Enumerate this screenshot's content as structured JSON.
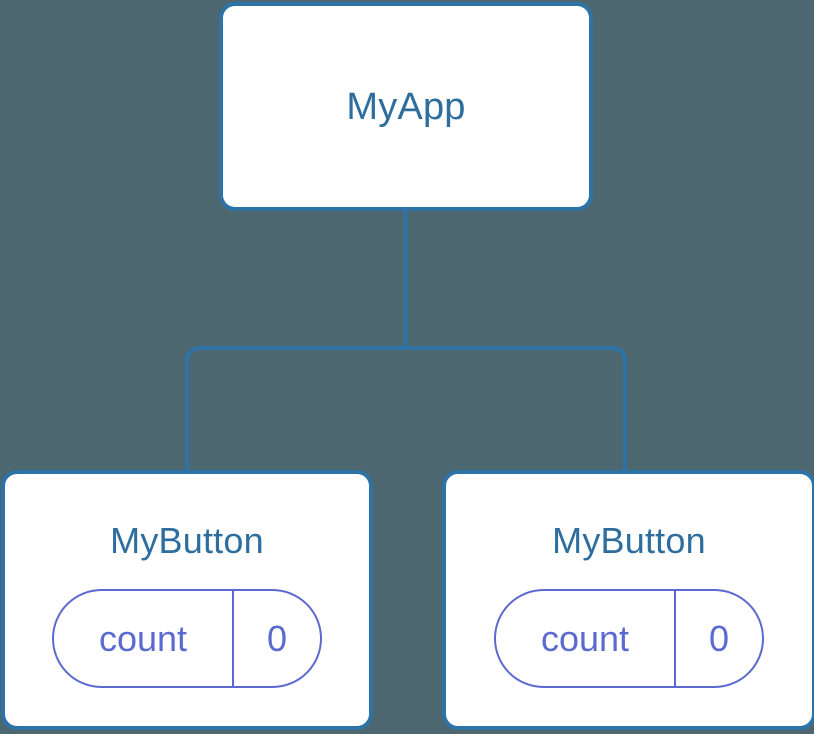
{
  "diagram": {
    "type": "component-tree",
    "background_color": "#4c6770",
    "node_border_color": "#2e73a5",
    "node_fill_color": "#ffffff",
    "node_title_color": "#2d6e9e",
    "edge_color": "#2e73a5",
    "chip_color": "#5b6ad0",
    "root": {
      "title": "MyApp"
    },
    "children": [
      {
        "title": "MyButton",
        "state": {
          "key": "count",
          "value": "0"
        }
      },
      {
        "title": "MyButton",
        "state": {
          "key": "count",
          "value": "0"
        }
      }
    ]
  }
}
